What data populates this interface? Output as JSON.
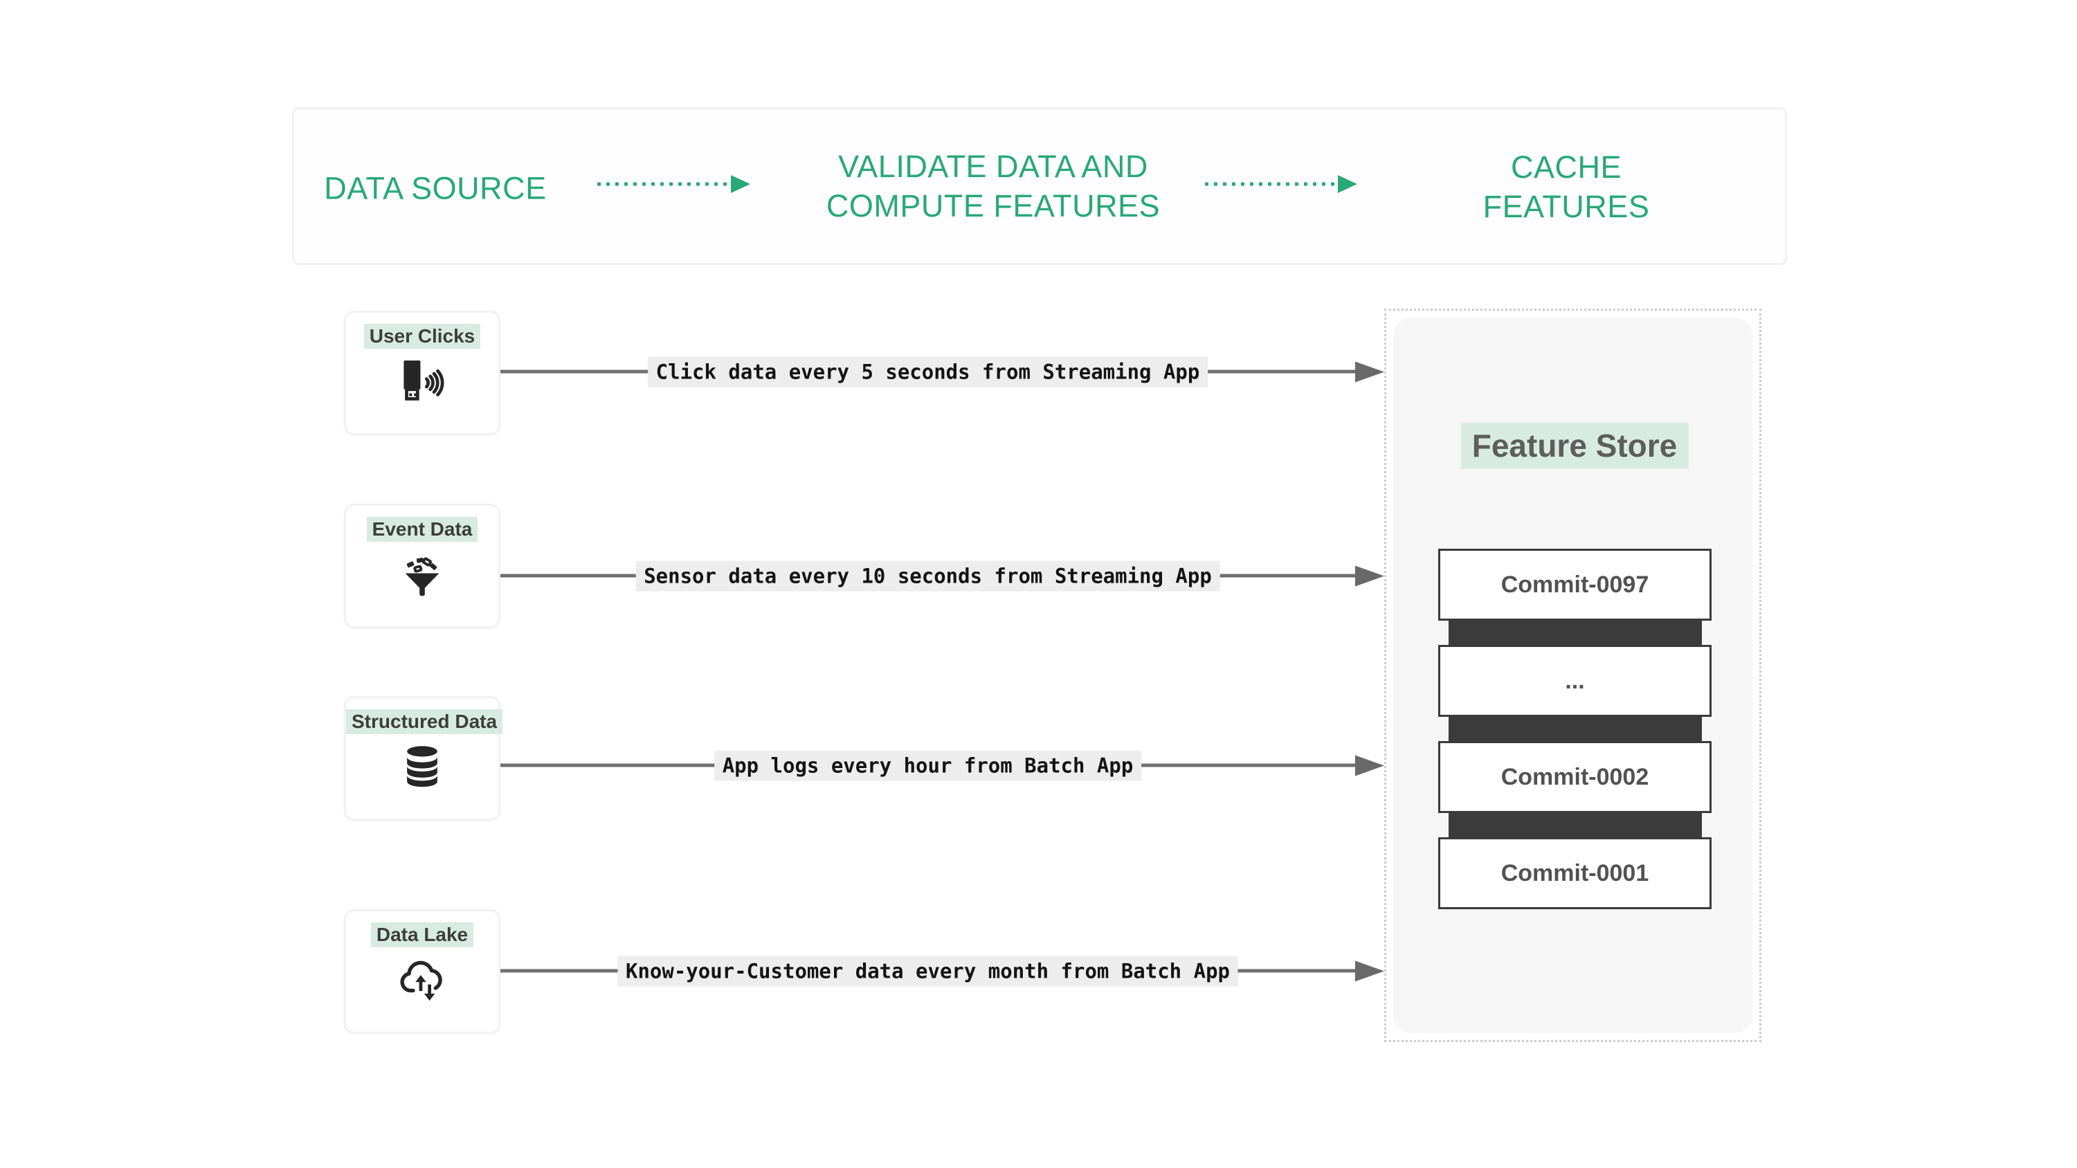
{
  "header": {
    "stages": [
      "DATA SOURCE",
      "VALIDATE DATA AND\nCOMPUTE FEATURES",
      "CACHE FEATURES"
    ]
  },
  "sources": [
    {
      "label": "User Clicks",
      "icon": "wireless-clicker-icon",
      "flow_label": "Click data every 5 seconds from Streaming App"
    },
    {
      "label": "Event Data",
      "icon": "event-funnel-icon",
      "flow_label": "Sensor data every 10 seconds from Streaming App"
    },
    {
      "label": "Structured Data",
      "icon": "database-icon",
      "flow_label": "App logs every hour from Batch App"
    },
    {
      "label": "Data Lake",
      "icon": "cloud-sync-icon",
      "flow_label": "Know-your-Customer data every month from Batch App"
    }
  ],
  "feature_store": {
    "title": "Feature Store",
    "commits": [
      "Commit-0097",
      "...",
      "Commit-0002",
      "Commit-0001"
    ]
  },
  "colors": {
    "accent_green": "#29a878",
    "mint_highlight": "#d8ebe2",
    "arrow_gray": "#707070",
    "dark": "#3b3b3b",
    "flow_label_bg": "#ededed",
    "panel_bg": "#f6f6f6"
  }
}
